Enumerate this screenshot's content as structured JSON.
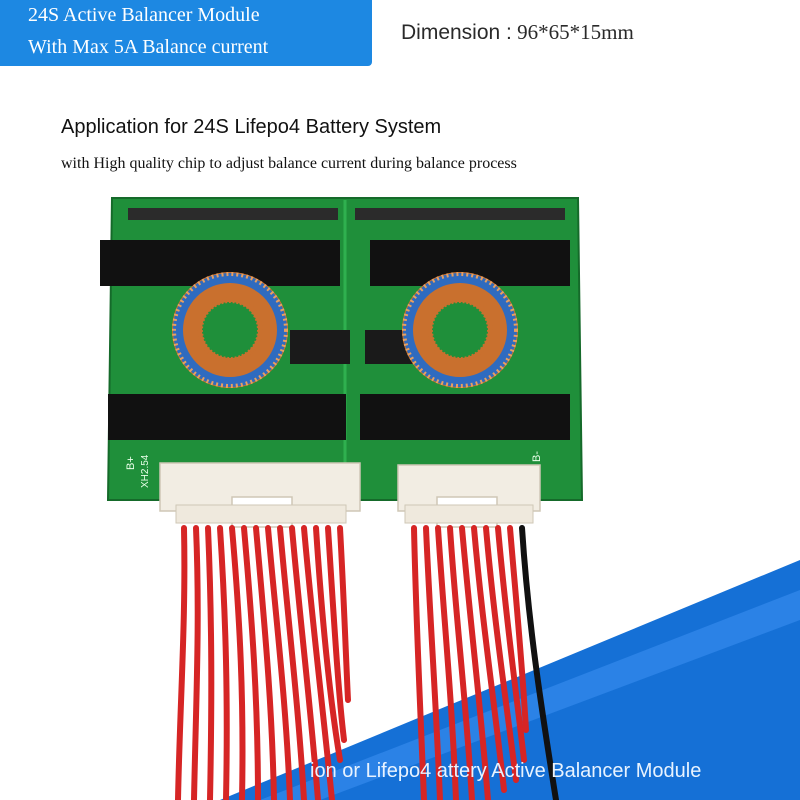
{
  "header": {
    "title_line1": "24S  Active Balancer Module",
    "title_line2": "With Max 5A Balance current",
    "dimension_label": "Dimension :",
    "dimension_value": "96*65*15mm"
  },
  "body_text": {
    "application": "Application for 24S  Lifepo4 Battery System",
    "chip_note": "with High quality chip to adjust balance current during balance process"
  },
  "photo": {
    "board_label_left": "XH2.54",
    "board_label_bplus": "B+",
    "board_label_bminus": "B-"
  },
  "footer": {
    "bottom_text": "ion or Lifepo4   attery Active Balancer Module"
  },
  "colors": {
    "accent_blue": "#1d88e2",
    "pcb_green": "#1f8f3a",
    "wire_red": "#d62525"
  }
}
